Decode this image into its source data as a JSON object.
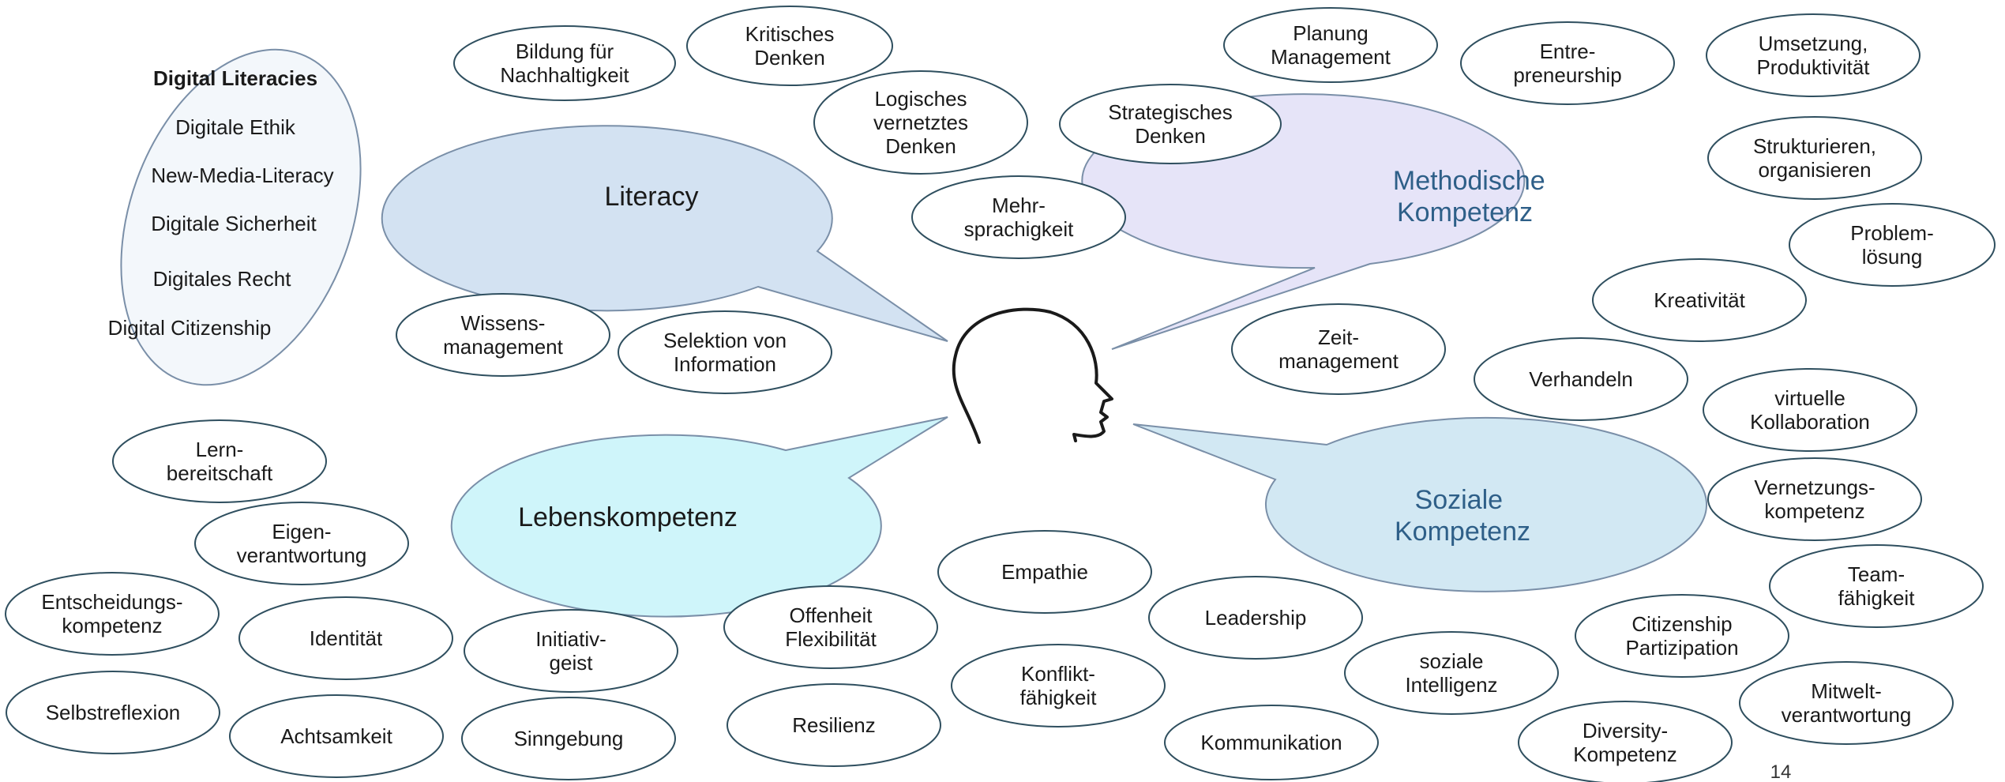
{
  "colors": {
    "background": "#ffffff",
    "ellipse_stroke": "#2f4f5f",
    "ellipse_fill": "#ffffff",
    "text": "#1a1a1a",
    "literacy_fill": "#d3e2f2",
    "methodisch_fill": "#e6e4f8",
    "lebens_fill": "#cff5fa",
    "sozial_fill": "#d2e8f3",
    "category_stroke": "#7a8fa8",
    "category_text_dark": "#1a1a1a",
    "category_text_blue": "#2e5f88",
    "digital_fill": "#f3f7fb"
  },
  "head_icon": "head-profile-icon",
  "categories": {
    "literacy": "Literacy",
    "methodisch": [
      "Methodische",
      "Kompetenz"
    ],
    "lebens": "Lebenskompetenz",
    "sozial": [
      "Soziale",
      "Kompetenz"
    ]
  },
  "digital_literacies": {
    "title": "Digital Literacies",
    "items": [
      "Digitale Ethik",
      "New-Media-Literacy",
      "Digitale Sicherheit",
      "Digitales Recht",
      "Digital Citizenship"
    ]
  },
  "bubbles": [
    {
      "id": "bildung",
      "lines": [
        "Bildung für",
        "Nachhaltigkeit"
      ]
    },
    {
      "id": "kritisches",
      "lines": [
        "Kritisches",
        "Denken"
      ]
    },
    {
      "id": "logisches",
      "lines": [
        "Logisches",
        "vernetztes",
        "Denken"
      ]
    },
    {
      "id": "mehrsprachigkeit",
      "lines": [
        "Mehr-",
        "sprachigkeit"
      ]
    },
    {
      "id": "strategisches",
      "lines": [
        "Strategisches",
        "Denken"
      ]
    },
    {
      "id": "planung",
      "lines": [
        "Planung",
        "Management"
      ]
    },
    {
      "id": "entrepreneurship",
      "lines": [
        "Entre-",
        "preneurship"
      ]
    },
    {
      "id": "umsetzung",
      "lines": [
        "Umsetzung,",
        "Produktivität"
      ]
    },
    {
      "id": "strukturieren",
      "lines": [
        "Strukturieren,",
        "organisieren"
      ]
    },
    {
      "id": "problemloesung",
      "lines": [
        "Problem-",
        "lösung"
      ]
    },
    {
      "id": "kreativitaet",
      "lines": [
        "Kreativität"
      ]
    },
    {
      "id": "wissensmanagement",
      "lines": [
        "Wissens-",
        "management"
      ]
    },
    {
      "id": "selektion",
      "lines": [
        "Selektion von",
        "Information"
      ]
    },
    {
      "id": "zeitmanagement",
      "lines": [
        "Zeit-",
        "management"
      ]
    },
    {
      "id": "verhandeln",
      "lines": [
        "Verhandeln"
      ]
    },
    {
      "id": "virtuelle",
      "lines": [
        "virtuelle",
        "Kollaboration"
      ]
    },
    {
      "id": "vernetzung",
      "lines": [
        "Vernetzungs-",
        "kompetenz"
      ]
    },
    {
      "id": "teamfaehigkeit",
      "lines": [
        "Team-",
        "fähigkeit"
      ]
    },
    {
      "id": "lernbereitschaft",
      "lines": [
        "Lern-",
        "bereitschaft"
      ]
    },
    {
      "id": "eigenverantwortung",
      "lines": [
        "Eigen-",
        "verantwortung"
      ]
    },
    {
      "id": "entscheidung",
      "lines": [
        "Entscheidungs-",
        "kompetenz"
      ]
    },
    {
      "id": "identitaet",
      "lines": [
        "Identität"
      ]
    },
    {
      "id": "initiativgeist",
      "lines": [
        "Initiativ-",
        "geist"
      ]
    },
    {
      "id": "offenheit",
      "lines": [
        "Offenheit",
        "Flexibilität"
      ]
    },
    {
      "id": "empathie",
      "lines": [
        "Empathie"
      ]
    },
    {
      "id": "leadership",
      "lines": [
        "Leadership"
      ]
    },
    {
      "id": "konflikt",
      "lines": [
        "Konflikt-",
        "fähigkeit"
      ]
    },
    {
      "id": "soziale_intelligenz",
      "lines": [
        "soziale",
        "Intelligenz"
      ]
    },
    {
      "id": "citizenship",
      "lines": [
        "Citizenship",
        "Partizipation"
      ]
    },
    {
      "id": "mitwelt",
      "lines": [
        "Mitwelt-",
        "verantwortung"
      ]
    },
    {
      "id": "selbstreflexion",
      "lines": [
        "Selbstreflexion"
      ]
    },
    {
      "id": "achtsamkeit",
      "lines": [
        "Achtsamkeit"
      ]
    },
    {
      "id": "sinngebung",
      "lines": [
        "Sinngebung"
      ]
    },
    {
      "id": "resilienz",
      "lines": [
        "Resilienz"
      ]
    },
    {
      "id": "kommunikation",
      "lines": [
        "Kommunikation"
      ]
    },
    {
      "id": "diversity",
      "lines": [
        "Diversity-",
        "Kompetenz"
      ]
    }
  ],
  "page_number": "14"
}
